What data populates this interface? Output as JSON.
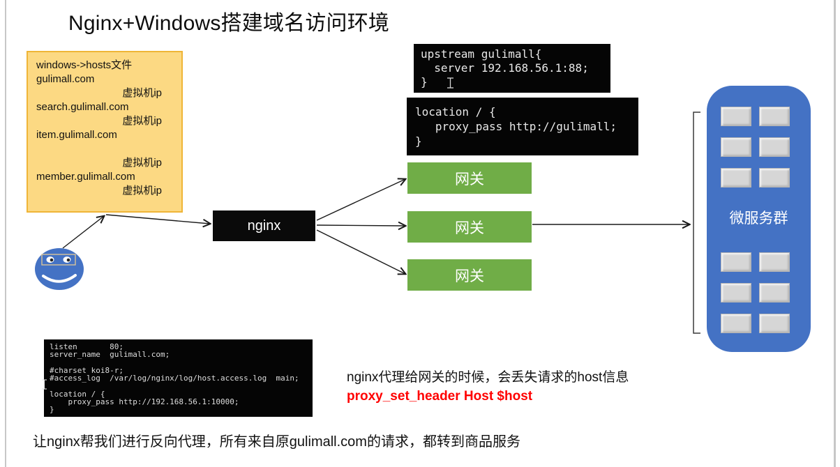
{
  "colors": {
    "yellow_fill": "#FCD983",
    "yellow_border": "#EFB537",
    "green": "#70AD47",
    "blue": "#4472C4",
    "red": "#FF0000",
    "code_bg": "#050505",
    "code_text": "#E8E8E8",
    "square_gray": "#D6D6D6"
  },
  "title": "Nginx+Windows搭建域名访问环境",
  "hosts_box": {
    "lines": [
      "windows->hosts文件",
      "gulimall.com",
      "虚拟机ip",
      "search.gulimall.com",
      "虚拟机ip",
      "item.gulimall.com",
      "",
      "虚拟机ip",
      "member.gulimall.com",
      "虚拟机ip"
    ]
  },
  "upstream_code": {
    "lines": [
      "upstream gulimall{",
      "  server 192.168.56.1:88;",
      "}"
    ]
  },
  "location_code": {
    "lines": [
      "location / {",
      "   proxy_pass http://gulimall;",
      "}"
    ]
  },
  "server_code": {
    "lines": [
      "listen       80;",
      "server_name  gulimall.com;",
      "",
      "#charset koi8-r;",
      "#access_log  /var/log/nginx/log/host.access.log  main;",
      "",
      "location / {",
      "    proxy_pass http://192.168.56.1:10000;",
      "}"
    ]
  },
  "nginx_label": "nginx",
  "gateways": [
    "网关",
    "网关",
    "网关"
  ],
  "microservices": {
    "label": "微服务群"
  },
  "note": {
    "line1": "nginx代理给网关的时候，会丢失请求的host信息",
    "line2": "proxy_set_header Host $host"
  },
  "summary": "让nginx帮我们进行反向代理，所有来自原gulimall.com的请求，都转到商品服务"
}
